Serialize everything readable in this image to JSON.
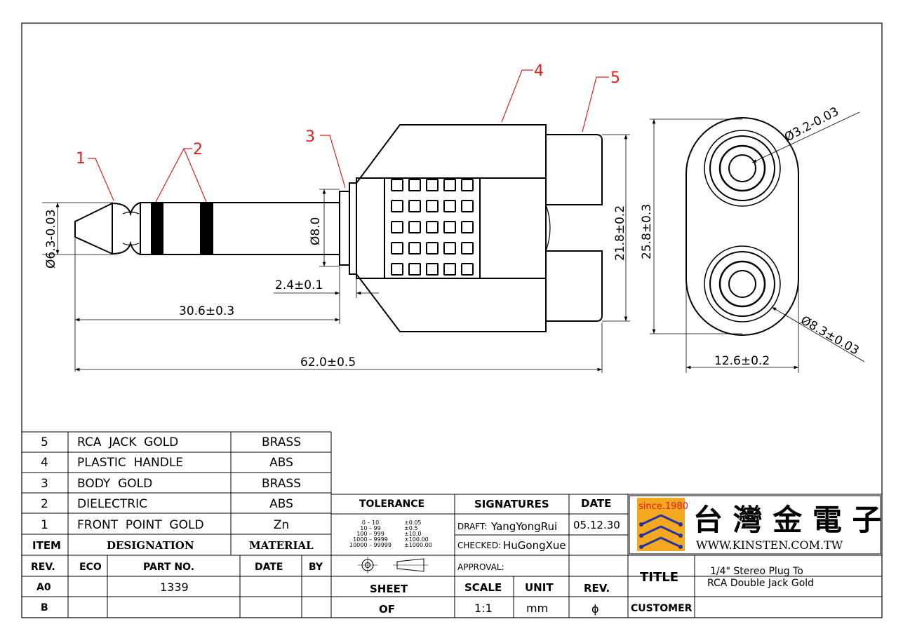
{
  "callouts": {
    "c1": "1",
    "c2": "2",
    "c3": "3",
    "c4": "4",
    "c5": "5"
  },
  "dimensions": {
    "plug_dia": "Ø6.3-0.03",
    "body_dia": "Ø8.0",
    "flange": "2.4±0.1",
    "plug_len": "30.6±0.3",
    "total_len": "62.0±0.5",
    "jack_span": "21.8±0.2",
    "height": "25.8±0.3",
    "width": "12.6±0.2",
    "hole_dia": "Ø3.2-0.03",
    "outer_dia": "Ø8.3±0.03"
  },
  "bom": {
    "rows": [
      {
        "item": "5",
        "designation": "RCA  JACK  GOLD",
        "material": "BRASS"
      },
      {
        "item": "4",
        "designation": "PLASTIC  HANDLE",
        "material": "ABS"
      },
      {
        "item": "3",
        "designation": "BODY  GOLD",
        "material": "BRASS"
      },
      {
        "item": "2",
        "designation": "DIELECTRIC",
        "material": "ABS"
      },
      {
        "item": "1",
        "designation": "FRONT  POINT  GOLD",
        "material": "Zn"
      }
    ],
    "header": {
      "item": "ITEM",
      "designation": "DESIGNATION",
      "material": "MATERIAL"
    }
  },
  "tolerance": {
    "title": "TOLERANCE",
    "lines": [
      {
        "range": "0  –  10",
        "tol": "±0.05"
      },
      {
        "range": "10  –  99",
        "tol": "±0.5"
      },
      {
        "range": "100  –  999",
        "tol": "±10.0"
      },
      {
        "range": "1000  –  9999",
        "tol": "±100.00"
      },
      {
        "range": "10000  –  99999",
        "tol": "±1000.00"
      }
    ]
  },
  "signatures": {
    "title": "SIGNATURES",
    "date_title": "DATE",
    "draft_label": "DRAFT:",
    "draft_name": "YangYongRui",
    "checked_label": "CHECKED:",
    "checked_name": "HuGongXue",
    "approval_label": "APPROVAL:",
    "date": "05.12.30"
  },
  "logo": {
    "since": "since.1980",
    "company": "台 灣 金 電 子",
    "url": "WWW.KINSTEN.COM.TW"
  },
  "revision": {
    "headers": {
      "rev": "REV.",
      "eco": "ECO",
      "part": "PART NO.",
      "date": "DATE",
      "by": "BY"
    },
    "rows": [
      {
        "rev": "A0",
        "eco": "",
        "part": "1339",
        "date": "",
        "by": ""
      },
      {
        "rev": "B",
        "eco": "",
        "part": "",
        "date": "",
        "by": ""
      }
    ]
  },
  "sheet": {
    "sheet_label": "SHEET",
    "of_label": "OF",
    "scale_label": "SCALE",
    "scale": "1:1",
    "unit_label": "UNIT",
    "unit": "mm",
    "rev_label": "REV.",
    "rev": "ϕ"
  },
  "title_block": {
    "title_label": "TITLE",
    "title_line1": "1/4\" Stereo Plug To",
    "title_line2": "RCA Double Jack Gold",
    "customer_label": "CUSTOMER",
    "customer": ""
  },
  "colors": {
    "callout": "#e0201c",
    "logo_bg": "#f4a81d",
    "logo_text": "#0a0a0a",
    "logo_blue": "#2233aa"
  }
}
